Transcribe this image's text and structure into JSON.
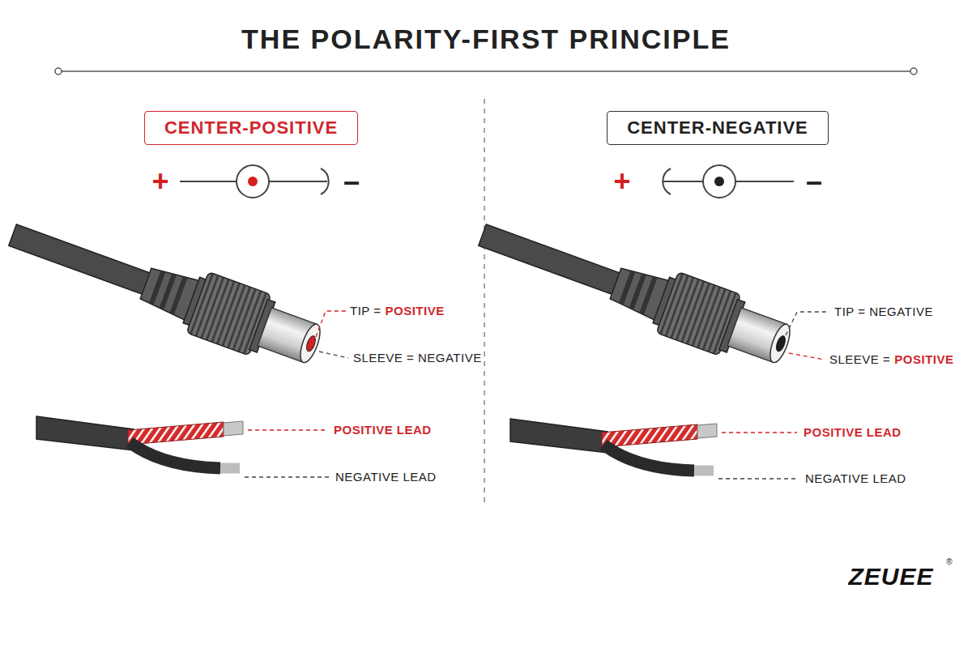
{
  "diagram": {
    "title": "THE POLARITY-FIRST PRINCIPLE",
    "nodes": [
      {
        "text": [
          "CENTER-POSITIVE"
        ]
      },
      {
        "text": [
          "CENTER-NEGATIVE"
        ]
      }
    ],
    "labels": [
      "+",
      "–",
      "TIP =",
      "POSITIVE",
      "SLEEVE = NEGATIVE",
      "POSITIVE LEAD",
      "NEGATIVE LEAD",
      "+",
      "–",
      "TIP = NEGATIVE",
      "SLEEVE =",
      "POSITIVE",
      "POSITIVE LEAD",
      "NEGATIVE LEAD",
      "ZEUEE",
      "®"
    ]
  }
}
